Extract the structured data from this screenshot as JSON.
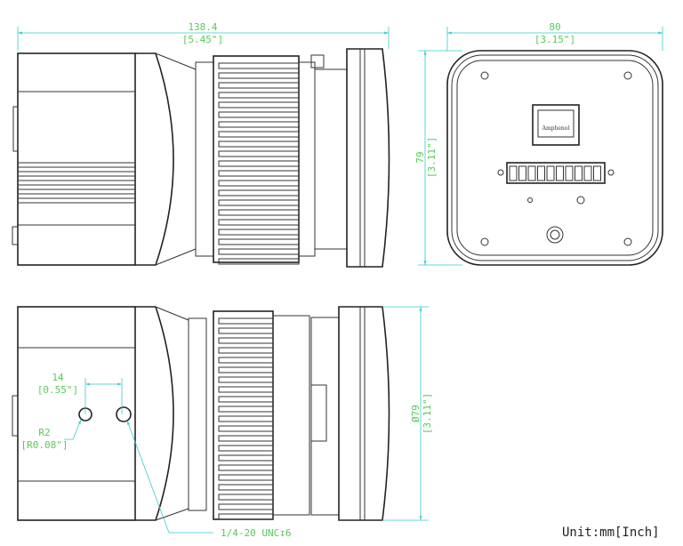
{
  "top_view": {
    "length_mm": "138.4",
    "length_in": "[5.45\"]"
  },
  "rear_view": {
    "width_mm": "80",
    "width_in": "[3.15\"]",
    "height_mm": "79",
    "height_in": "[3.11\"]",
    "connector_brand": "Amphenol"
  },
  "bottom_view": {
    "hole_spacing_mm": "14",
    "hole_spacing_in": "[0.55\"]",
    "radius_mm": "R2",
    "radius_in": "[R0.08\"]",
    "thread": "1/4-20 UNC↧6",
    "diameter_mm": "Ø79",
    "diameter_in": "[3.11\"]"
  },
  "unit_label": "Unit:mm[Inch]",
  "colors": {
    "dimension_line": "#33cccc",
    "dimension_text": "#55cc55",
    "outline": "#333333"
  }
}
